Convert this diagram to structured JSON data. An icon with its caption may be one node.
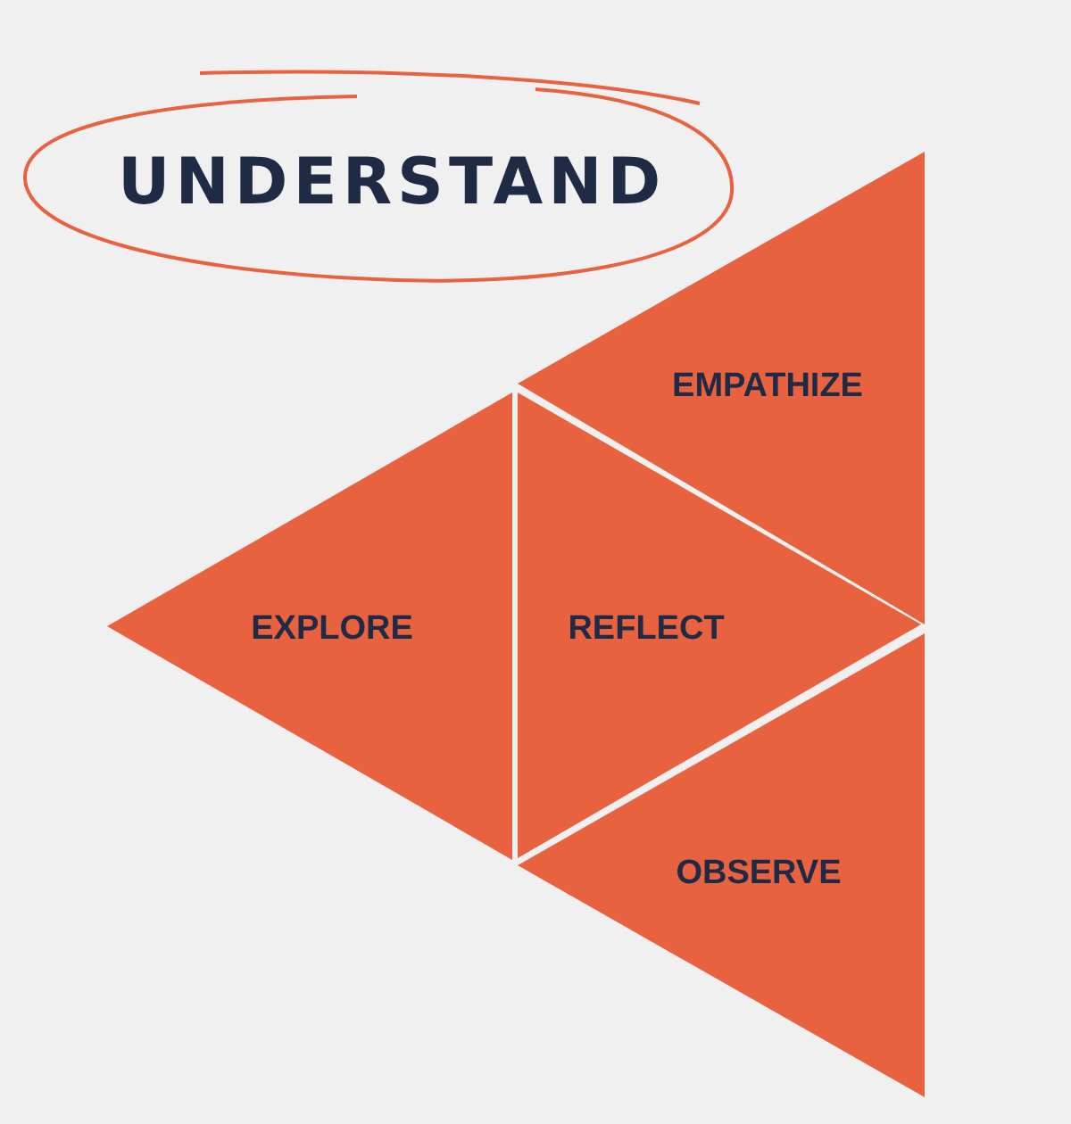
{
  "diagram": {
    "title": "UNDERSTAND",
    "nodes": [
      {
        "text": [
          "EMPATHIZE"
        ]
      },
      {
        "text": [
          "EXPLORE"
        ]
      },
      {
        "text": [
          "REFLECT"
        ]
      },
      {
        "text": [
          "OBSERVE"
        ]
      }
    ],
    "edges": []
  }
}
